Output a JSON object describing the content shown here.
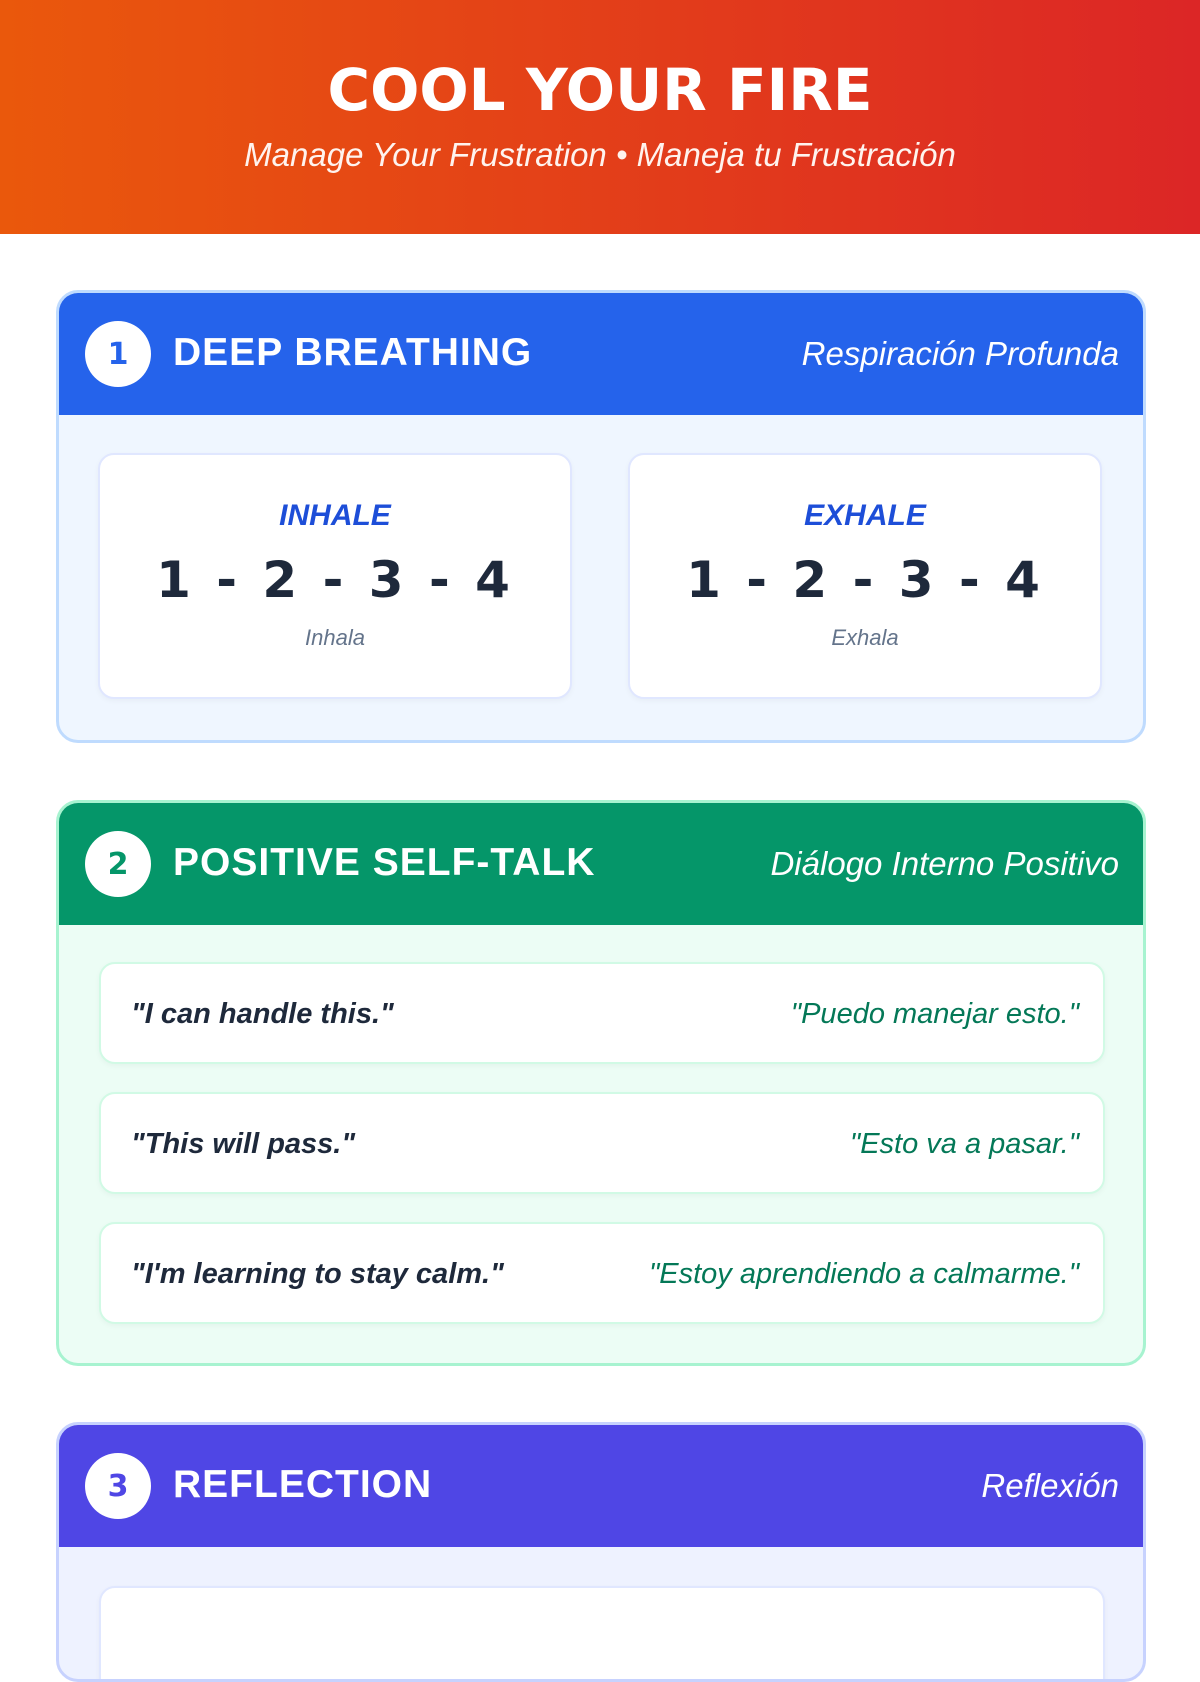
{
  "header": {
    "title": "COOL YOUR FIRE",
    "subtitle": "Manage Your Frustration • Maneja tu Frustración"
  },
  "sections": [
    {
      "number": "1",
      "title": "DEEP BREATHING",
      "subtitle": "Respiración Profunda",
      "color": "#2563eb",
      "steps": [
        {
          "label": "INHALE",
          "count": "1 - 2 - 3 - 4",
          "spanish": "Inhala"
        },
        {
          "label": "EXHALE",
          "count": "1 - 2 - 3 - 4",
          "spanish": "Exhala"
        }
      ]
    },
    {
      "number": "2",
      "title": "POSITIVE SELF-TALK",
      "subtitle": "Diálogo Interno Positivo",
      "color": "#059669",
      "phrases": [
        {
          "en": "\"I can handle this.\"",
          "es": "\"Puedo manejar esto.\""
        },
        {
          "en": "\"This will pass.\"",
          "es": "\"Esto va a pasar.\""
        },
        {
          "en": "\"I'm learning to stay calm.\"",
          "es": "\"Estoy aprendiendo a calmarme.\""
        }
      ]
    },
    {
      "number": "3",
      "title": "REFLECTION",
      "subtitle": "Reflexión",
      "color": "#4f46e5"
    }
  ]
}
